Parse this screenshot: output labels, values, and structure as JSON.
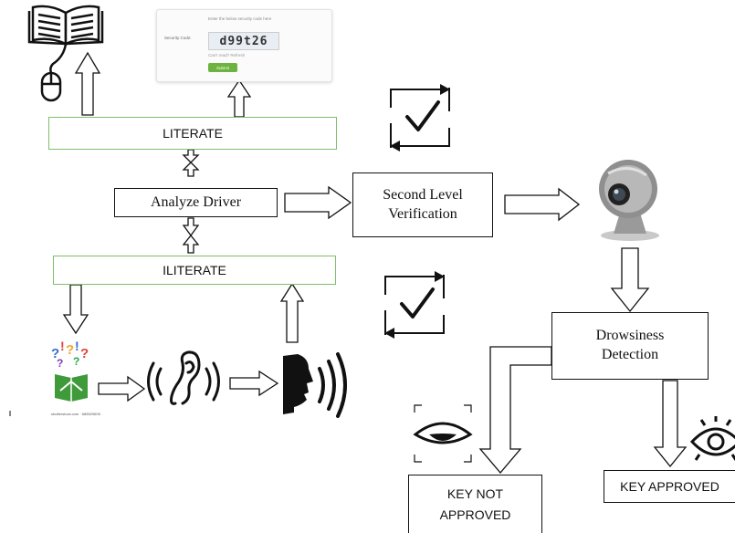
{
  "boxes": {
    "literate": "LITERATE",
    "analyze_driver": "Analyze Driver",
    "iliterate": "ILITERATE",
    "second_level_line1": "Second Level",
    "second_level_line2": "Verification",
    "drowsiness_line1": "Drowsiness",
    "drowsiness_line2": "Detection",
    "key_not_line1": "KEY NOT",
    "key_not_line2": "APPROVED",
    "key_approved": "KEY APPROVED"
  },
  "captcha": {
    "hint": "Enter the below security code here",
    "label": "Security Code:",
    "code": "d99t26",
    "cant_read": "Can't read? Refresh",
    "submit": "Submit"
  },
  "illustration_caption": "shutterstock.com · 685529605",
  "colors": {
    "box_border_green": "#7fbf6b",
    "line": "#111111",
    "submit_green": "#6cb33f"
  }
}
